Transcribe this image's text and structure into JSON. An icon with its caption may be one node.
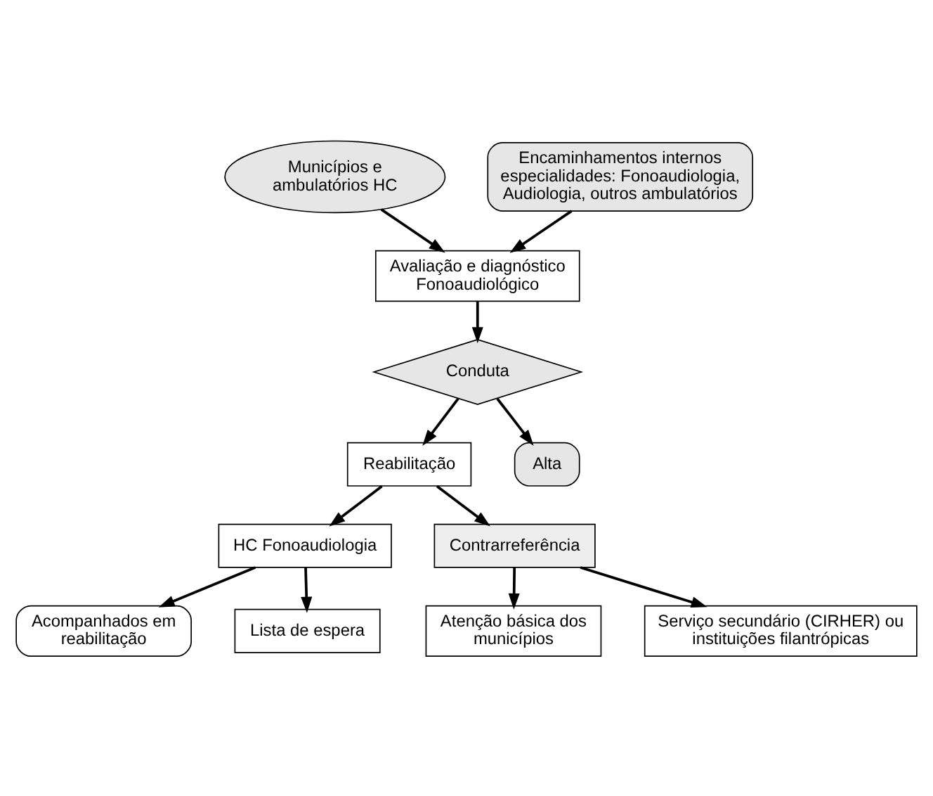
{
  "diagram": {
    "nodes": [
      {
        "text": [
          "Municípios e ambulatórios HC"
        ]
      },
      {
        "text": [
          "Encaminhamentos internos especialidades: Fonoaudiologia, Audiologia, outros ambulatórios"
        ]
      },
      {
        "text": [
          "Avaliação e diagnóstico Fonoaudiológico"
        ]
      },
      {
        "text": [
          "Conduta"
        ]
      },
      {
        "text": [
          "Reabilitação"
        ]
      },
      {
        "text": [
          "Alta"
        ]
      },
      {
        "text": [
          "HC Fonoaudiologia"
        ]
      },
      {
        "text": [
          "Contrarreferência"
        ]
      },
      {
        "text": [
          "Acompanhados em reabilitação"
        ]
      },
      {
        "text": [
          "Lista de espera"
        ]
      },
      {
        "text": [
          "Atenção básica dos municípios"
        ]
      },
      {
        "text": [
          "Serviço secundário (CIRHER) ou instituições filantrópicas"
        ]
      }
    ],
    "edges": [
      {
        "from": 0,
        "to": 2,
        "arrow": "to"
      },
      {
        "from": 1,
        "to": 2,
        "arrow": "to"
      },
      {
        "from": 2,
        "to": 3,
        "arrow": "to"
      },
      {
        "from": 3,
        "to": 4,
        "arrow": "to"
      },
      {
        "from": 3,
        "to": 5,
        "arrow": "to"
      },
      {
        "from": 4,
        "to": 6,
        "arrow": "to"
      },
      {
        "from": 4,
        "to": 7,
        "arrow": "to"
      },
      {
        "from": 6,
        "to": 8,
        "arrow": "to"
      },
      {
        "from": 6,
        "to": 9,
        "arrow": "to"
      },
      {
        "from": 7,
        "to": 10,
        "arrow": "to"
      },
      {
        "from": 7,
        "to": 11,
        "arrow": "to"
      }
    ]
  }
}
